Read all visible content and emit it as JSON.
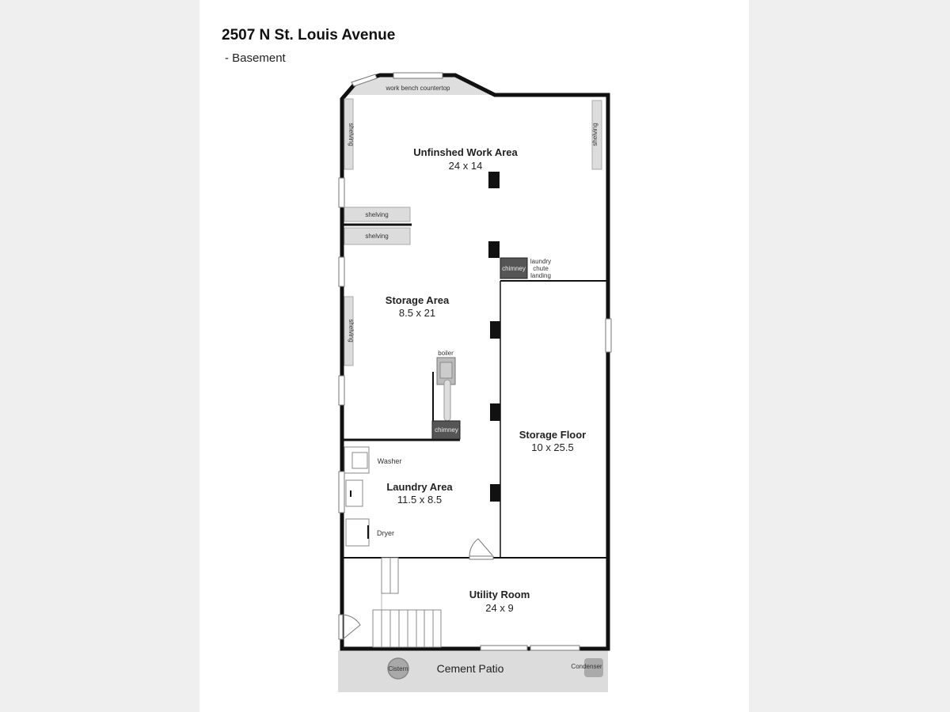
{
  "header": {
    "title": "2507 N St. Louis Avenue",
    "subtitle": " - Basement"
  },
  "rooms": [
    {
      "name": "Unfinshed Work Area",
      "dims": "24 x 14"
    },
    {
      "name": "Storage Area",
      "dims": "8.5 x 21"
    },
    {
      "name": "Storage Floor",
      "dims": "10 x 25.5"
    },
    {
      "name": "Laundry Area",
      "dims": "11.5 x 8.5"
    },
    {
      "name": "Utility Room",
      "dims": "24 x 9"
    }
  ],
  "fixtures": {
    "work_bench": "work bench countertop",
    "shelving": "shelving",
    "chimney": "chimney",
    "laundry_chute": [
      "laundry",
      "chute",
      "landing"
    ],
    "boiler": "boiler",
    "washer": "Washer",
    "dryer": "Dryer",
    "patio": "Cement Patio",
    "cistern": "Cistern",
    "condenser": "Condenser"
  }
}
